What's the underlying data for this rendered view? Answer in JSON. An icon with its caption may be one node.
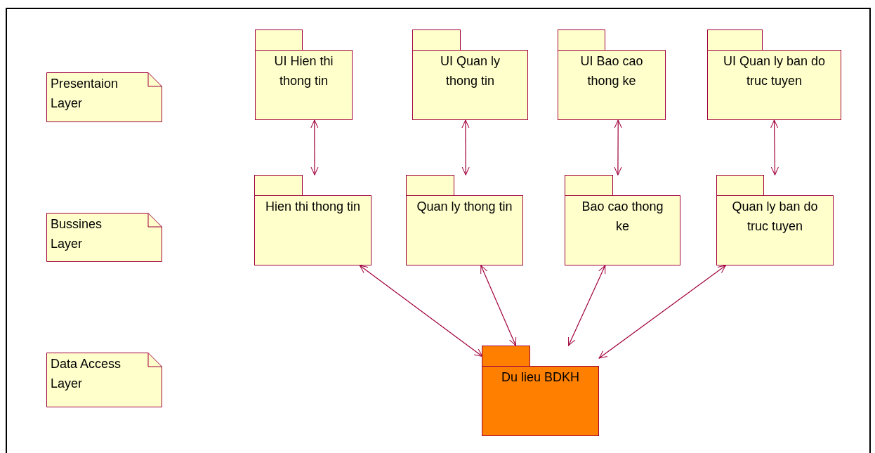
{
  "diagram": {
    "nodes": [
      {
        "text": [
          "Presentaion Layer"
        ]
      },
      {
        "text": [
          "UI Hien thi thong tin"
        ]
      },
      {
        "text": [
          "UI Quan ly thong tin"
        ]
      },
      {
        "text": [
          "UI Bao cao thong ke"
        ]
      },
      {
        "text": [
          "UI Quan ly ban do truc tuyen"
        ]
      },
      {
        "text": [
          "Bussines Layer"
        ]
      },
      {
        "text": [
          "Hien thi thong tin"
        ]
      },
      {
        "text": [
          "Quan ly thong tin"
        ]
      },
      {
        "text": [
          "Bao cao thong ke"
        ]
      },
      {
        "text": [
          "Quan ly ban do truc tuyen"
        ]
      },
      {
        "text": [
          "Data Access Layer"
        ]
      },
      {
        "text": [
          "Du lieu BDKH"
        ]
      }
    ],
    "edges": [
      {
        "from": 1,
        "to": 6,
        "arrow": "both"
      },
      {
        "from": 2,
        "to": 7,
        "arrow": "both"
      },
      {
        "from": 3,
        "to": 8,
        "arrow": "both"
      },
      {
        "from": 4,
        "to": 9,
        "arrow": "both"
      },
      {
        "from": 6,
        "to": 11,
        "arrow": "both"
      },
      {
        "from": 7,
        "to": 11,
        "arrow": "both"
      },
      {
        "from": 8,
        "to": 11,
        "arrow": "both"
      },
      {
        "from": 9,
        "to": 11,
        "arrow": "both"
      }
    ]
  }
}
